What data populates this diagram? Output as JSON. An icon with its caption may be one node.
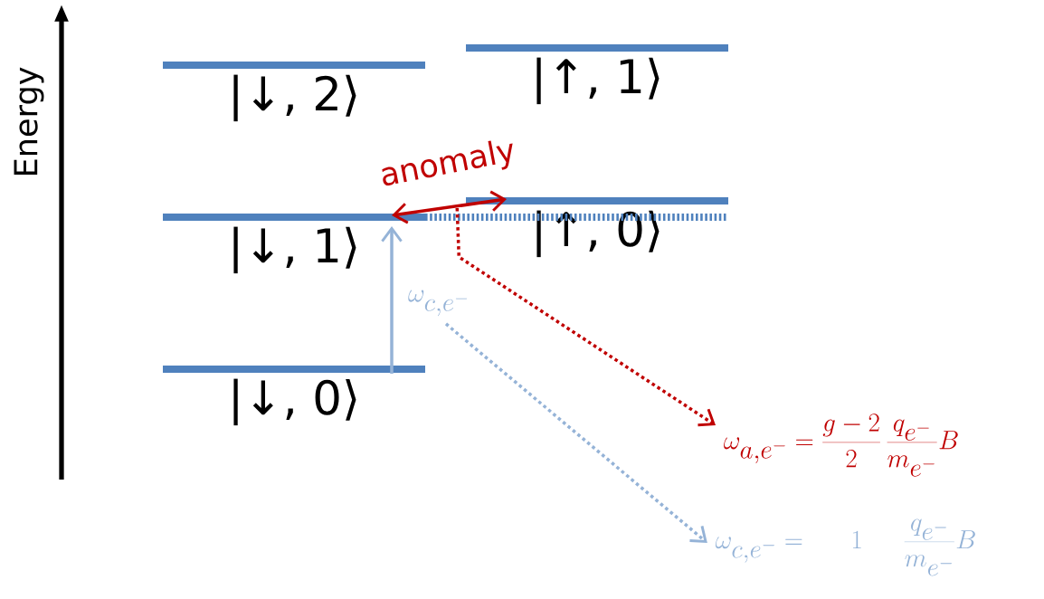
{
  "diagram": {
    "nodes": [
      {
        "text": [
          "|↓, 2⟩"
        ]
      },
      {
        "text": [
          "|↑, 1⟩"
        ]
      },
      {
        "text": [
          "|↑, 0⟩"
        ]
      },
      {
        "text": [
          "|↓, 1⟩"
        ]
      },
      {
        "text": [
          "|↓, 0⟩"
        ]
      },
      {
        "text": [],
        "shape": "bar"
      },
      {
        "text": [
          "\\omega_{c,e^-}"
        ]
      },
      {
        "text": [
          "\\omega_{a,e^-} = \\frac{g-2}{2}\\,\\frac{q_{e^-}}{m_{e^-}}B"
        ]
      },
      {
        "text": [
          "\\omega_{c,e^-} = \\quad 1 \\quad \\frac{q_{e^-}}{m_{e^-}}B"
        ]
      }
    ],
    "edges": [
      {
        "from": 4,
        "to": 3,
        "arrow": "to",
        "color": "#95b3d7"
      },
      {
        "from": 3,
        "to": 2,
        "arrow": "both",
        "label": "anomaly",
        "color": "#c00000"
      },
      {
        "from": 5,
        "to": 7,
        "arrow": "to",
        "style": "dashed",
        "color": "#c00000"
      },
      {
        "from": 6,
        "to": 8,
        "arrow": "to",
        "style": "dashed",
        "color": "#95b3d7"
      }
    ],
    "labels": [
      "Energy"
    ]
  }
}
